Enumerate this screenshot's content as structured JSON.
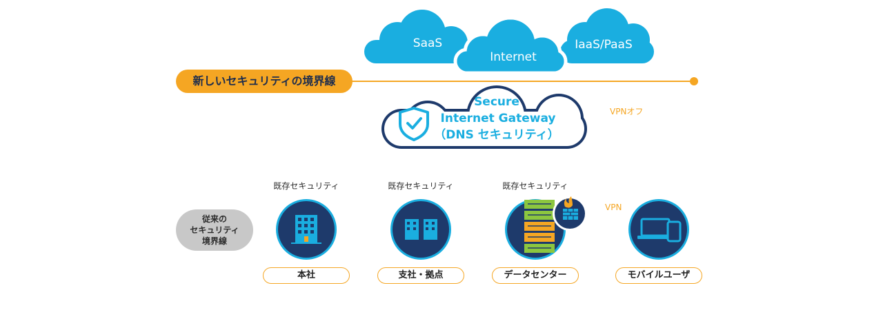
{
  "clouds": {
    "saas": "SaaS",
    "internet": "Internet",
    "iaas": "IaaS/PaaS"
  },
  "new_perimeter_label": "新しいセキュリティの境界線",
  "gateway": {
    "line1": "Secure",
    "line2": "Internet Gateway",
    "line3": "（DNS セキュリティ）"
  },
  "vpn_off": "VPNオフ",
  "vpn": "VPN",
  "old_perimeter": {
    "line1": "従来の",
    "line2": "セキュリティ",
    "line3": "境界線"
  },
  "sites": [
    {
      "heading": "既存セキュリティ",
      "label": "本社"
    },
    {
      "heading": "既存セキュリティ",
      "label": "支社・拠点"
    },
    {
      "heading": "既存セキュリティ",
      "label": "データセンター"
    },
    {
      "heading": "",
      "label": "モバイルユーザ"
    }
  ],
  "colors": {
    "cloud_blue": "#1aaee0",
    "navy": "#1e3a6b",
    "orange": "#f5a623",
    "gray": "#c8c8c8"
  }
}
